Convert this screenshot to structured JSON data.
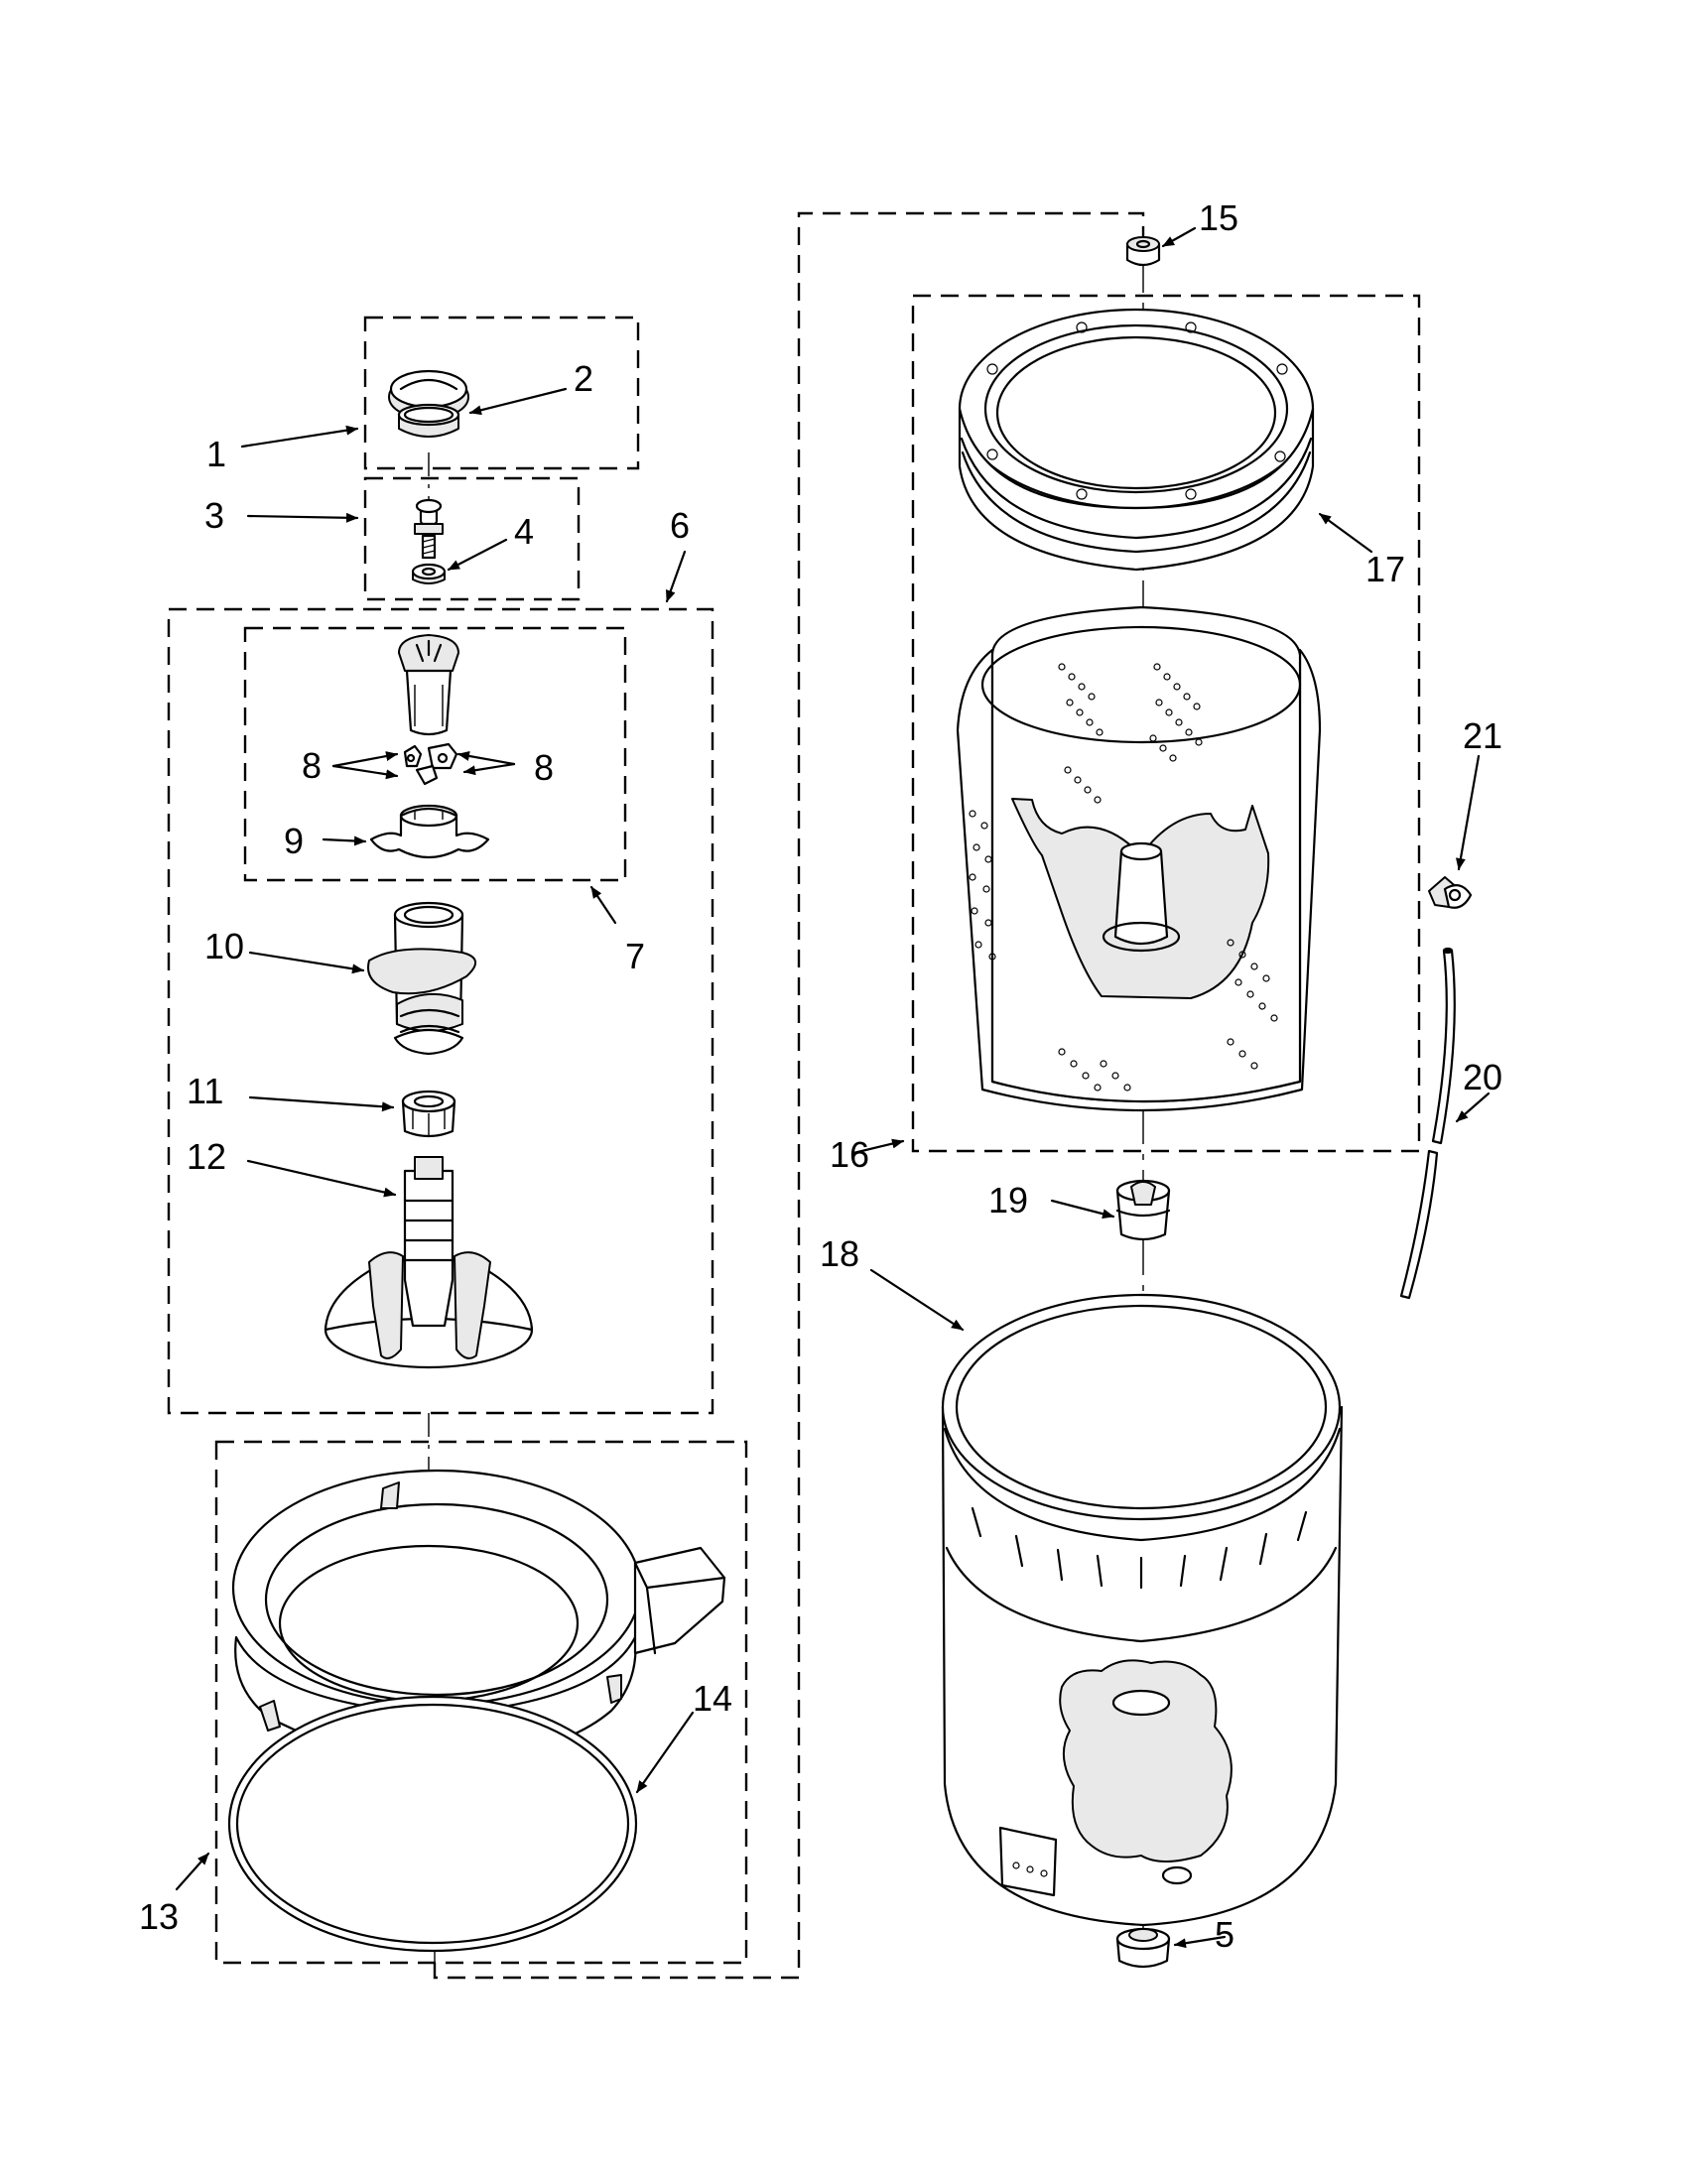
{
  "callouts": {
    "c1": "1",
    "c2": "2",
    "c3": "3",
    "c4": "4",
    "c5": "5",
    "c6": "6",
    "c7": "7",
    "c8a": "8",
    "c8b": "8",
    "c9": "9",
    "c10": "10",
    "c11": "11",
    "c12": "12",
    "c13": "13",
    "c14": "14",
    "c15": "15",
    "c16": "16",
    "c17": "17",
    "c18": "18",
    "c19": "19",
    "c20": "20",
    "c21": "21"
  }
}
